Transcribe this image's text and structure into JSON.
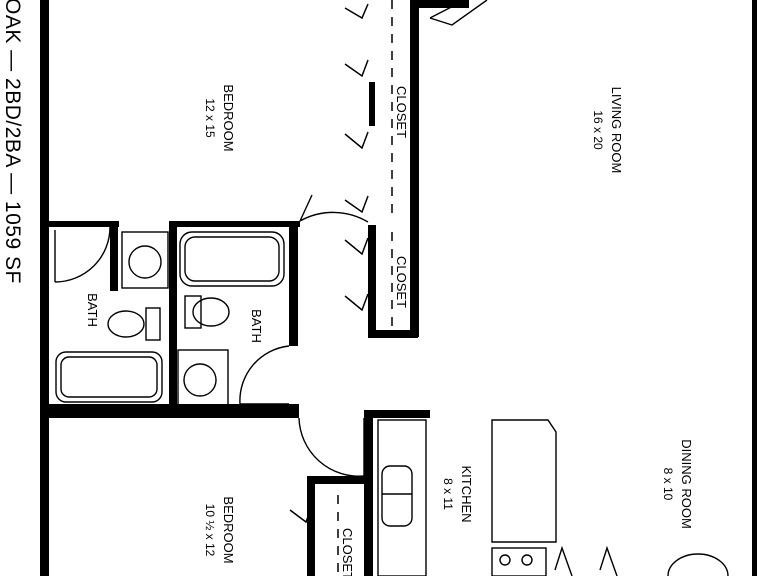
{
  "plan": {
    "title": "OAK — 2BD/2BA — 1059 SF",
    "rooms": [
      {
        "id": "bedroom-1",
        "name": "BEDROOM",
        "dims": "12 x 15"
      },
      {
        "id": "living-room",
        "name": "LIVING ROOM",
        "dims": "16 x 20"
      },
      {
        "id": "bath-1",
        "name": "BATH",
        "dims": ""
      },
      {
        "id": "bath-2",
        "name": "BATH",
        "dims": ""
      },
      {
        "id": "kitchen",
        "name": "KITCHEN",
        "dims": "8 x 11"
      },
      {
        "id": "dining-room",
        "name": "DINING ROOM",
        "dims": "8 x 10"
      },
      {
        "id": "bedroom-2",
        "name": "BEDROOM",
        "dims": "10 ½ x 12"
      }
    ],
    "closets": [
      "CLOSET",
      "CLOSET",
      "CLOSET"
    ]
  }
}
